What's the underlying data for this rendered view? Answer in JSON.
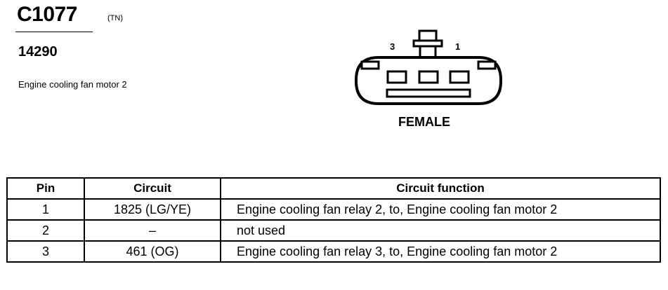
{
  "connector": {
    "id": "C1077",
    "color_code": "(TN)",
    "part_number": "14290",
    "description": "Engine cooling fan motor 2",
    "gender": "FEMALE",
    "pin_labels": {
      "left": "3",
      "right": "1"
    }
  },
  "table": {
    "headers": {
      "pin": "Pin",
      "circuit": "Circuit",
      "function": "Circuit function"
    },
    "rows": [
      {
        "pin": "1",
        "circuit": "1825 (LG/YE)",
        "function": "Engine cooling fan relay 2, to, Engine cooling fan motor 2"
      },
      {
        "pin": "2",
        "circuit": "–",
        "function": "not used"
      },
      {
        "pin": "3",
        "circuit": "461 (OG)",
        "function": "Engine cooling fan relay 3, to, Engine cooling fan motor 2"
      }
    ]
  }
}
